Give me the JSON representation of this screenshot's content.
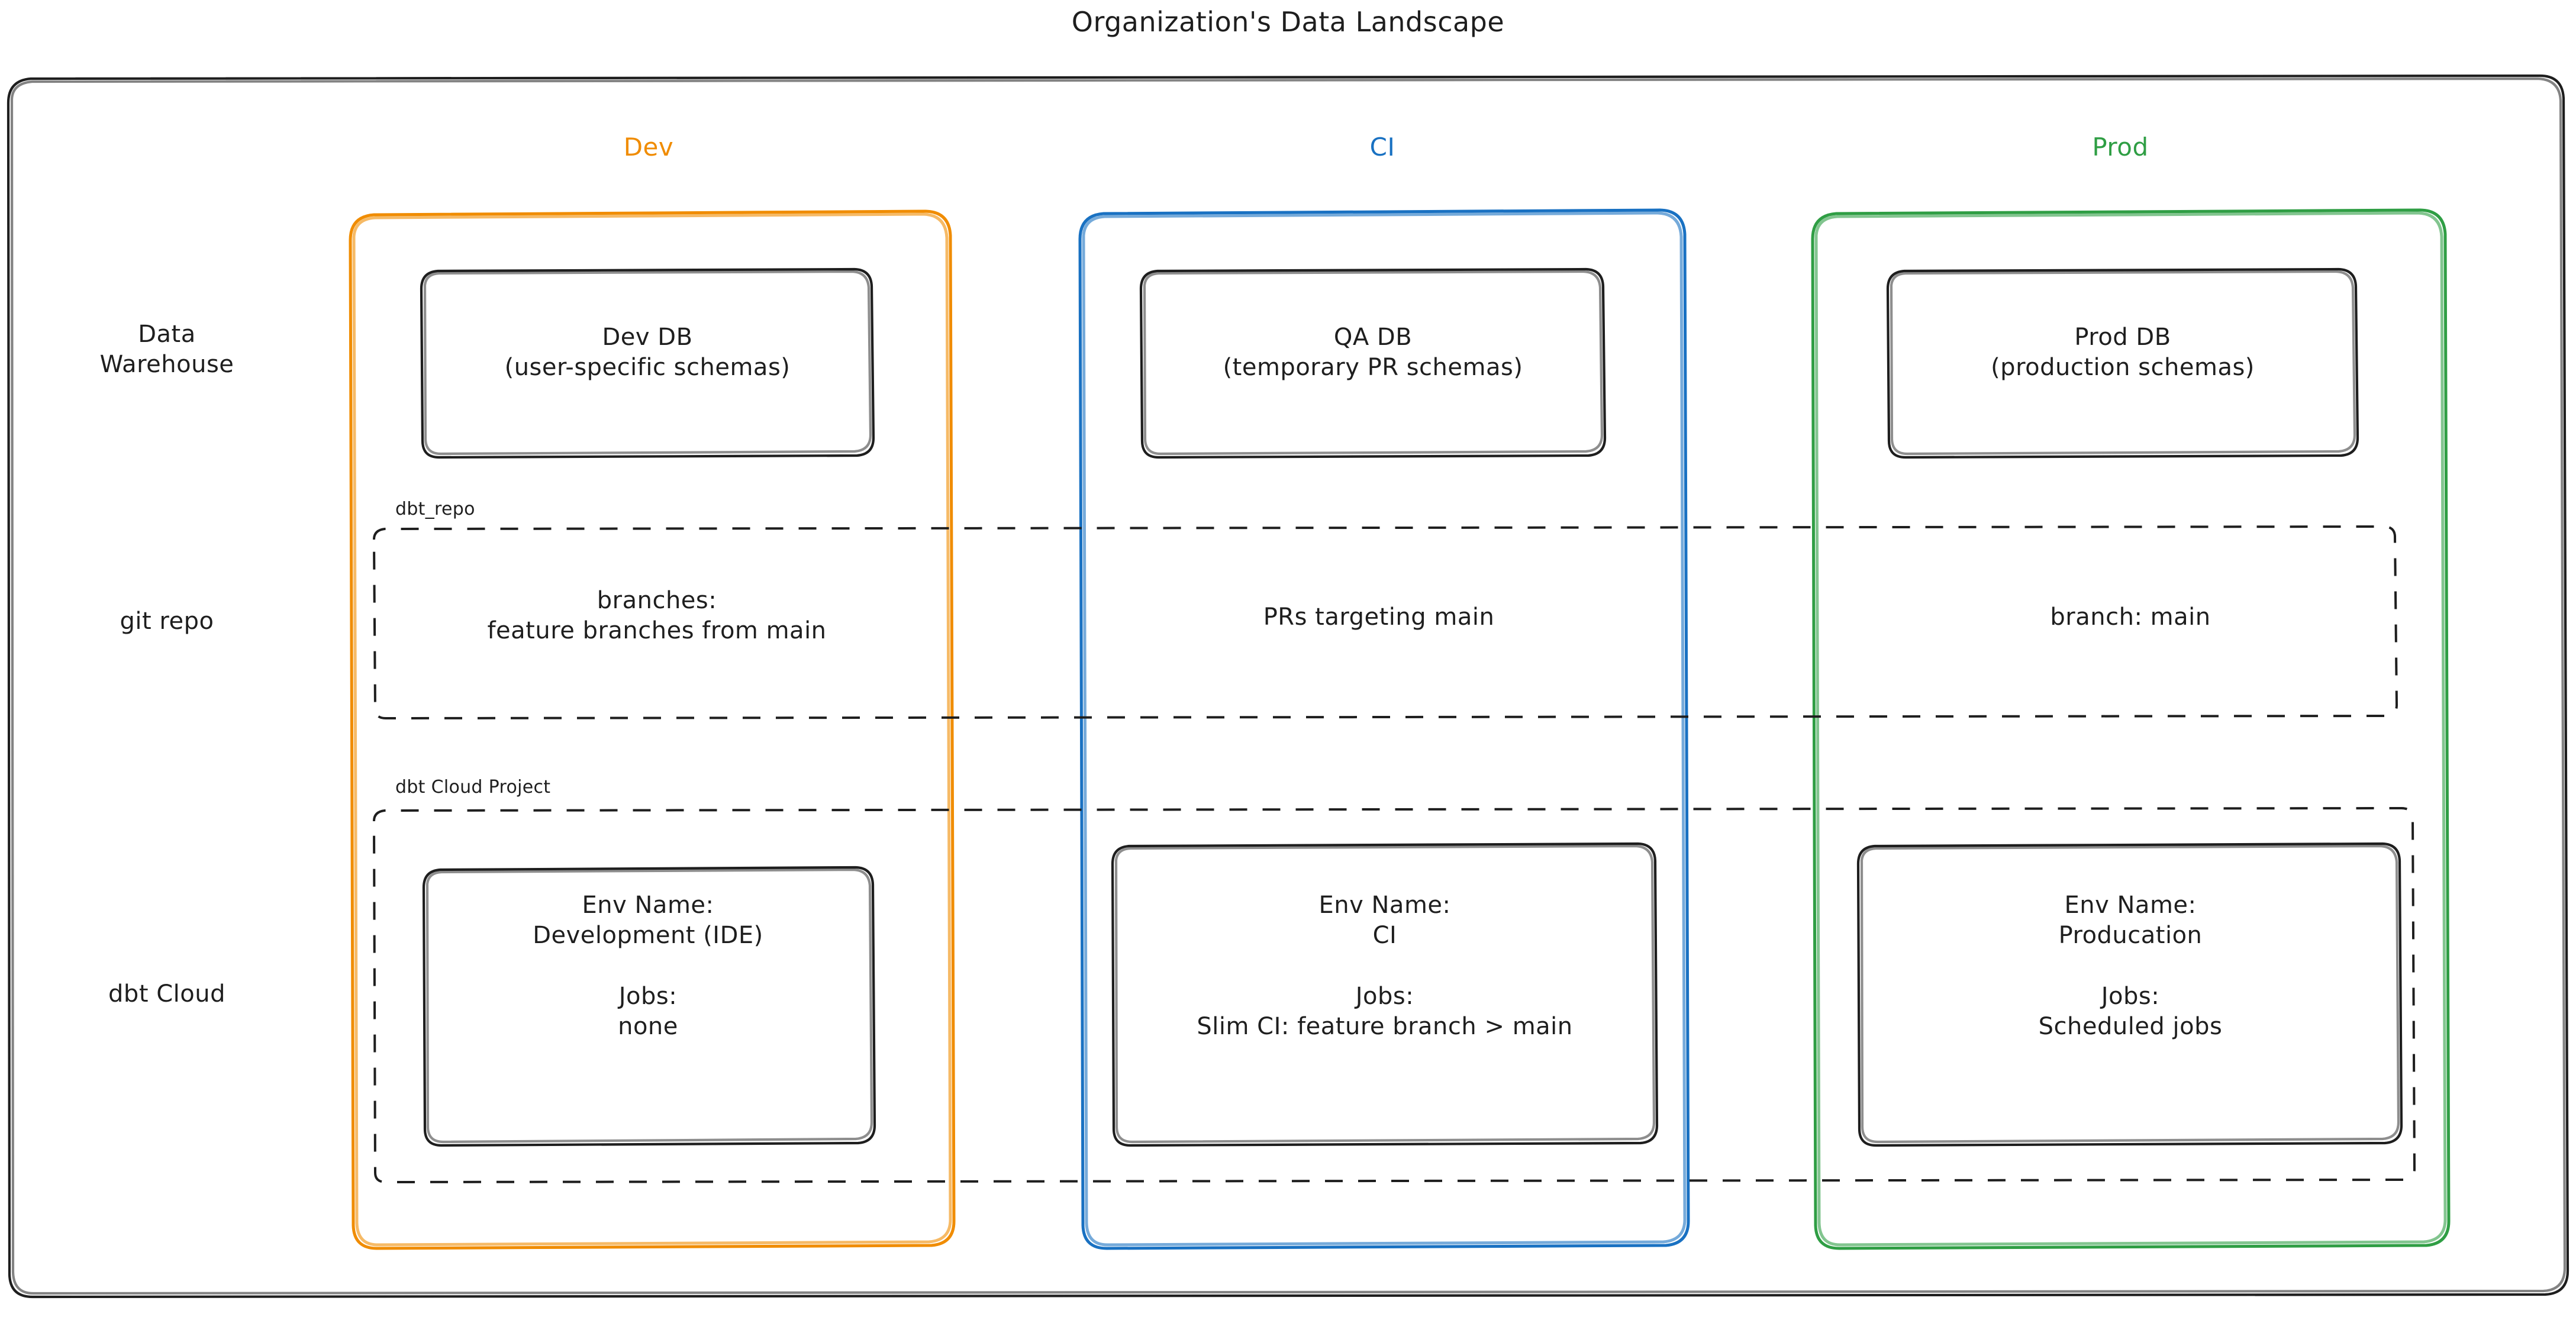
{
  "title": "Organization's Data Landscape",
  "colors": {
    "dev": "#f08c00",
    "ci": "#1971c2",
    "prod": "#2f9e44",
    "stroke": "#1e1e1e",
    "background": "#ffffff"
  },
  "columns": [
    {
      "key": "dev",
      "label": "Dev",
      "color": "#f08c00"
    },
    {
      "key": "ci",
      "label": "CI",
      "color": "#1971c2"
    },
    {
      "key": "prod",
      "label": "Prod",
      "color": "#2f9e44"
    }
  ],
  "rows": [
    {
      "key": "warehouse",
      "label": "Data\nWarehouse"
    },
    {
      "key": "git",
      "label": "git repo"
    },
    {
      "key": "dbtcloud",
      "label": "dbt Cloud"
    }
  ],
  "groups": {
    "git_repo": "dbt_repo",
    "dbt_cloud_project": "dbt Cloud Project"
  },
  "cells": {
    "warehouse": {
      "dev": "Dev DB\n(user-specific schemas)",
      "ci": "QA DB\n(temporary PR schemas)",
      "prod": "Prod DB\n(production schemas)"
    },
    "git": {
      "dev": "branches:\nfeature branches from main",
      "ci": "PRs targeting main",
      "prod": "branch: main"
    },
    "dbtcloud": {
      "dev": "Env Name:\nDevelopment (IDE)\n\nJobs:\nnone",
      "ci": "Env Name:\nCI\n\nJobs:\nSlim CI: feature branch > main",
      "prod": "Env Name:\nProducation\n\nJobs:\nScheduled jobs"
    }
  }
}
